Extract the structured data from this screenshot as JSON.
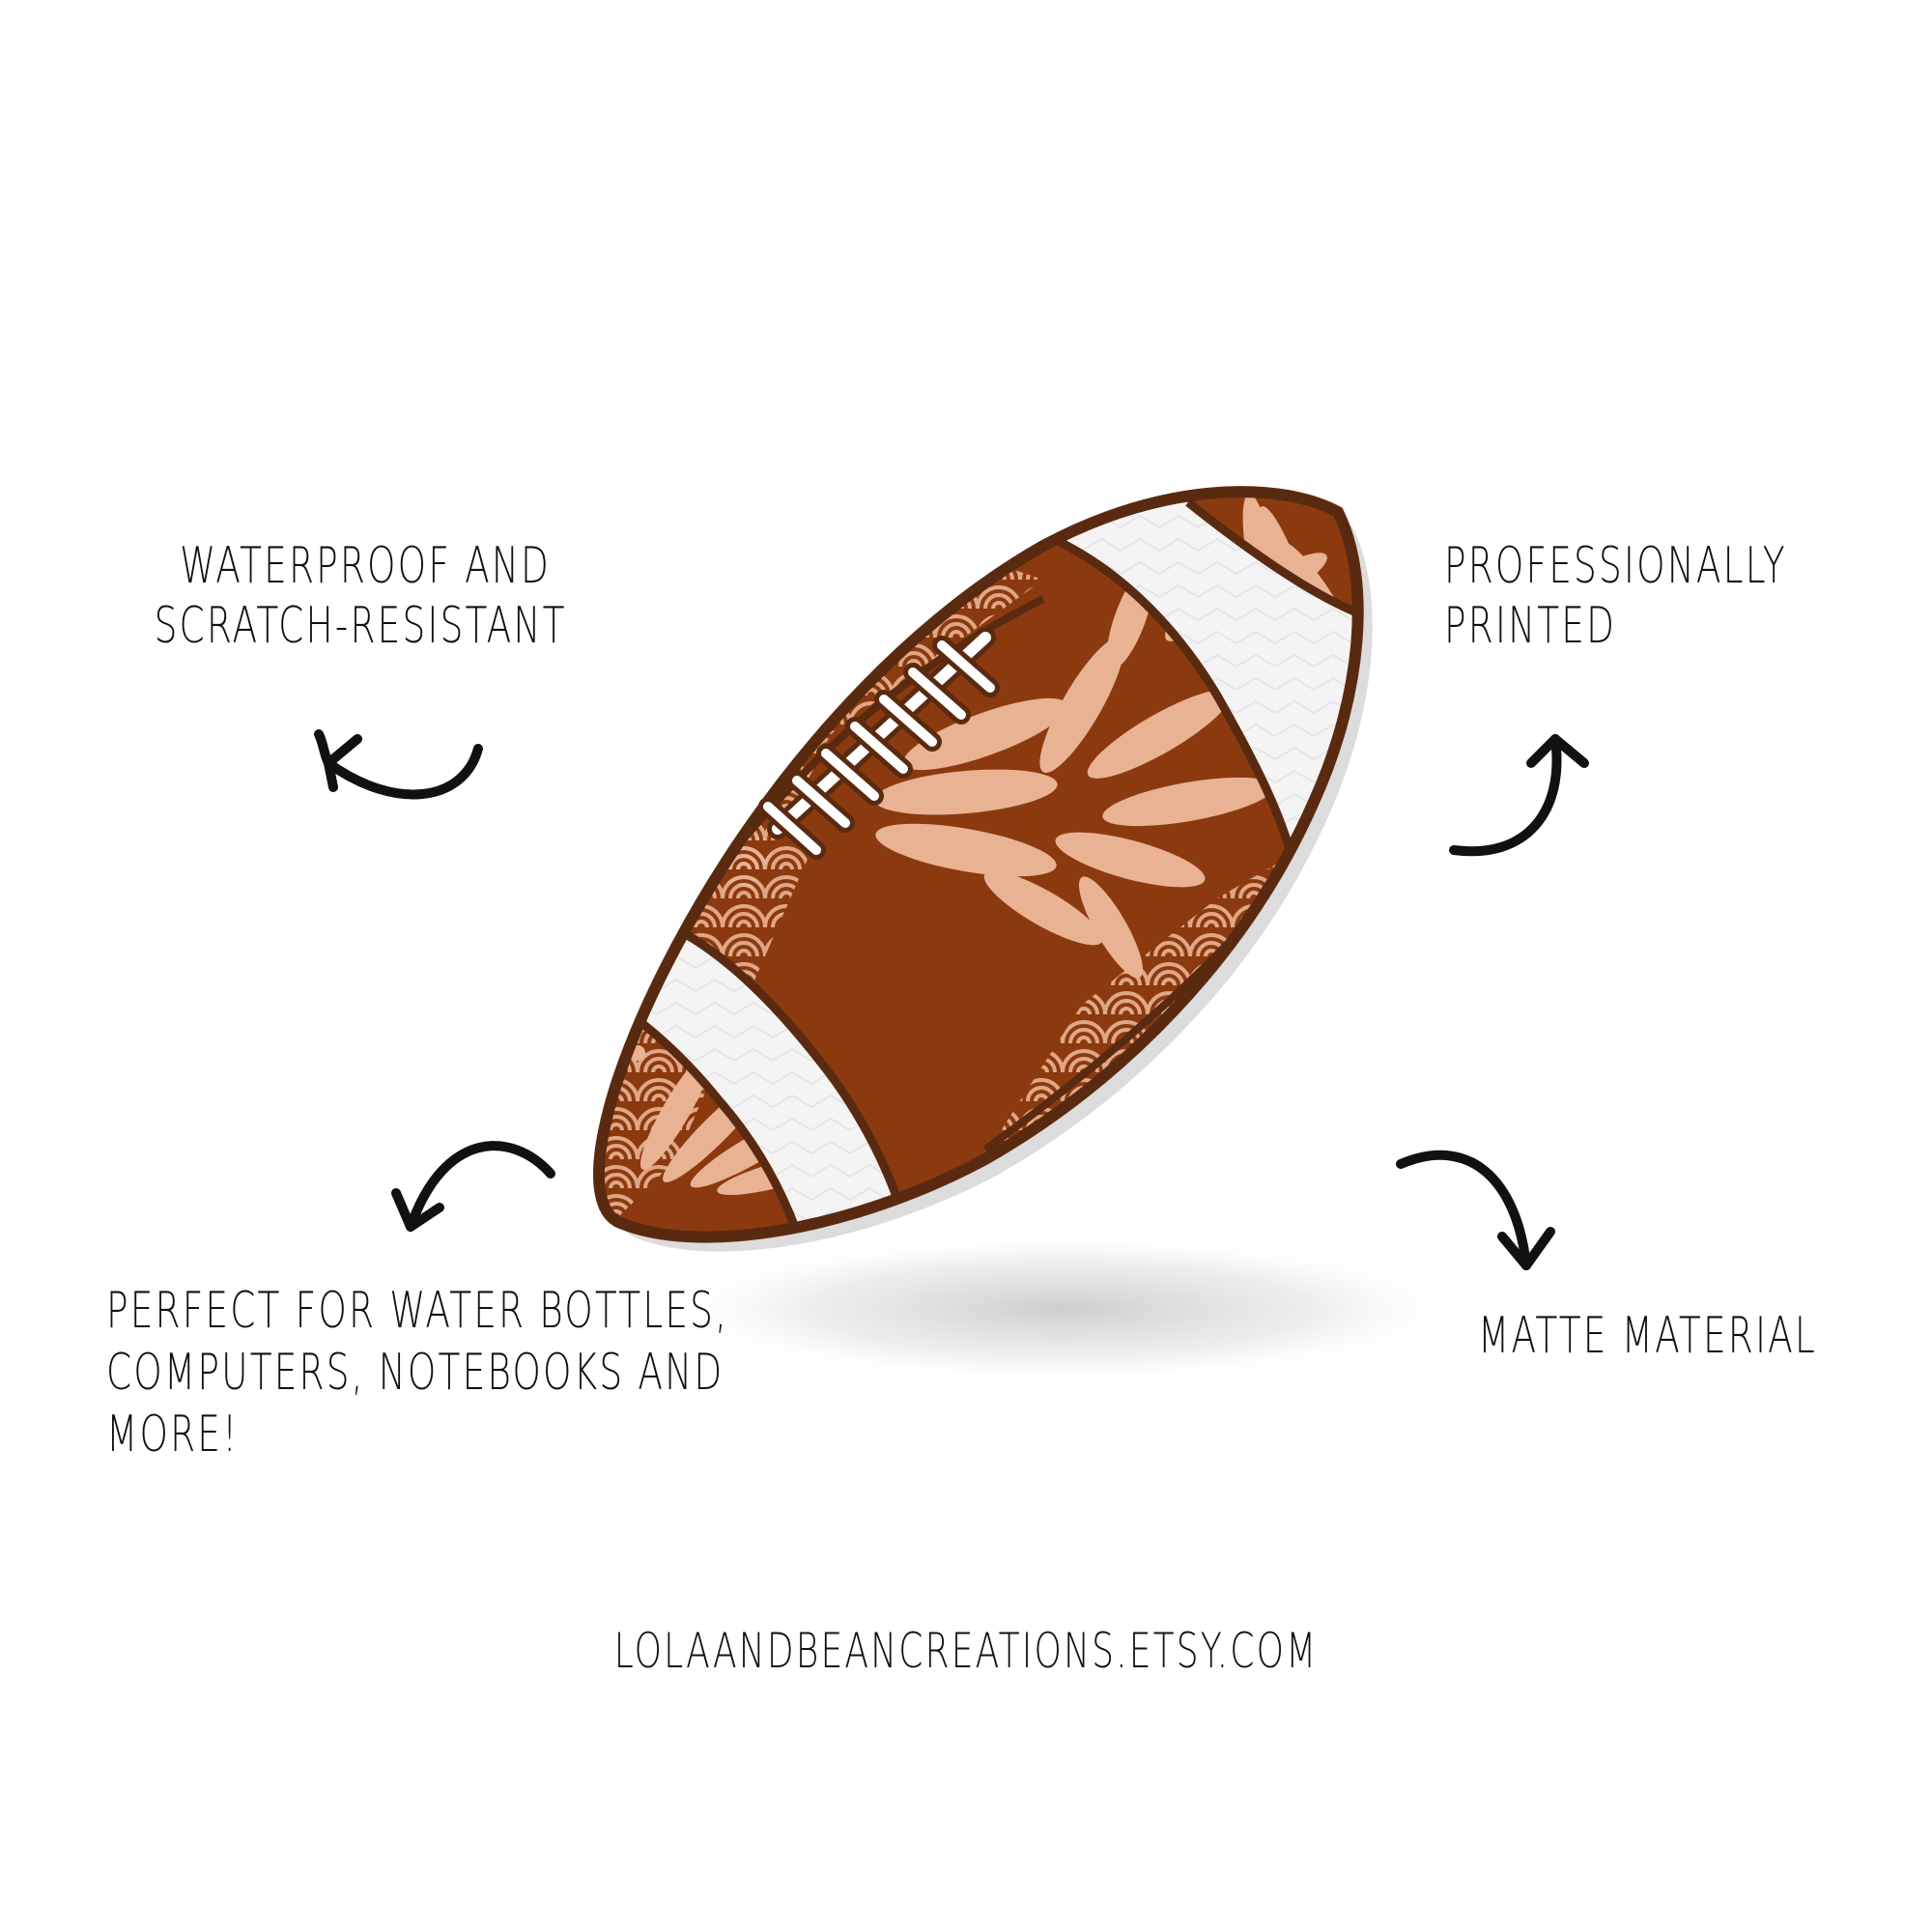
{
  "callouts": {
    "top_left": {
      "line1": "WATERPROOF AND",
      "line2": "SCRATCH-RESISTANT"
    },
    "top_right": {
      "line1": "PROFESSIONALLY",
      "line2": "PRINTED"
    },
    "bottom_left": {
      "line1": "PERFECT FOR WATER BOTTLES,",
      "line2": "COMPUTERS, NOTEBOOKS AND",
      "line3": "MORE!"
    },
    "bottom_right": {
      "line1": "MATTE MATERIAL"
    }
  },
  "footer": {
    "url": "LOLAANDBEANCREATIONS.ETSY.COM"
  },
  "illustration": {
    "subject": "football-sticker",
    "colors": {
      "outline": "#5a2a10",
      "leather": "#8b3a10",
      "accent": "#e9b393",
      "stripe": "#f4f4f4",
      "laces": "#ffffff"
    }
  }
}
